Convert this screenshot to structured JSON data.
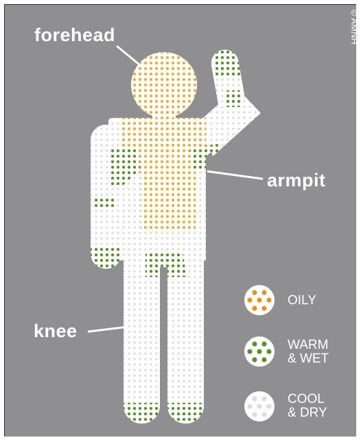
{
  "labels": {
    "forehead": "forehead",
    "armpit": "armpit",
    "knee": "knee"
  },
  "legend": [
    {
      "key": "oily",
      "label_line1": "OILY",
      "label_line2": "",
      "color": "#e8a33a"
    },
    {
      "key": "warm-wet",
      "label_line1": "WARM",
      "label_line2": "& WET",
      "color": "#6a9e2f"
    },
    {
      "key": "cool-dry",
      "label_line1": "COOL",
      "label_line2": "& DRY",
      "color": "#dcdcdc"
    }
  ],
  "credit": "© AMNH",
  "colors": {
    "background": "#8f8f91",
    "body_fill": "#f4f4f4",
    "oily": "#eab03c",
    "warm_wet": "#5c8f2b",
    "cool_dry": "#d9d9d9"
  }
}
